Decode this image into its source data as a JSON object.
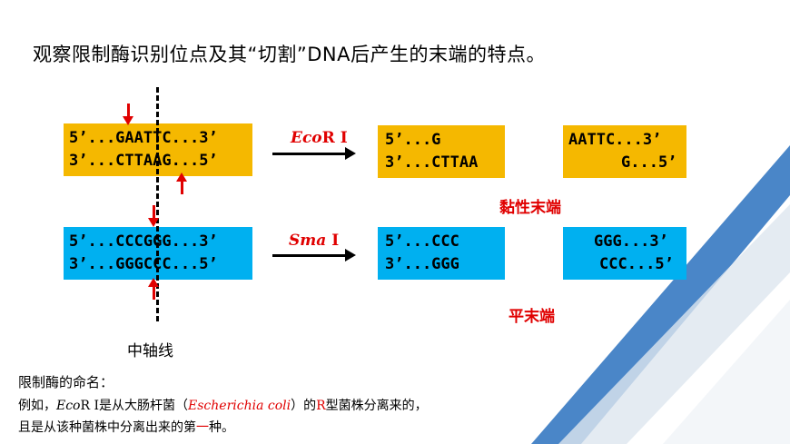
{
  "title": "观察限制酶识别位点及其“切割”DNA后产生的末端的特点。",
  "ecori": {
    "enzyme_italic": "Eco",
    "enzyme_rest": "R I",
    "source_top": "5’...GAATTC...3’",
    "source_bottom": "3’...CTTAAG...5’",
    "left_top": "5’...G",
    "left_bottom": "3’...CTTAA",
    "right_top": "AATTC...3’",
    "right_bottom": "G...5’",
    "end_label": "黏性末端"
  },
  "smai": {
    "enzyme_italic": "Sma",
    "enzyme_rest": " I",
    "source_top": "5’...CCCGGG...3’",
    "source_bottom": "3’...GGGCCC...5’",
    "left_top": "5’...CCC",
    "left_bottom": "3’...GGG",
    "right_top": "GGG...3’",
    "right_bottom": "CCC...5’",
    "end_label": "平末端"
  },
  "axis_label": "中轴线",
  "note": {
    "heading": "限制酶的命名：",
    "line1_a": "例如，",
    "line1_enzyme_italic": "Eco",
    "line1_enzyme_rest": "R I",
    "line1_b": "是从大肠杆菌（",
    "line1_species": "Escherichia coli",
    "line1_c": "）的",
    "line1_r": "R",
    "line1_d": "型菌株分离来的，",
    "line2_a": "且是从该种菌株中分离出来的第",
    "line2_ordinal": "一",
    "line2_b": "种。"
  },
  "colors": {
    "yellow": "#f5b800",
    "blue": "#00b0f0",
    "red": "#e00000"
  }
}
